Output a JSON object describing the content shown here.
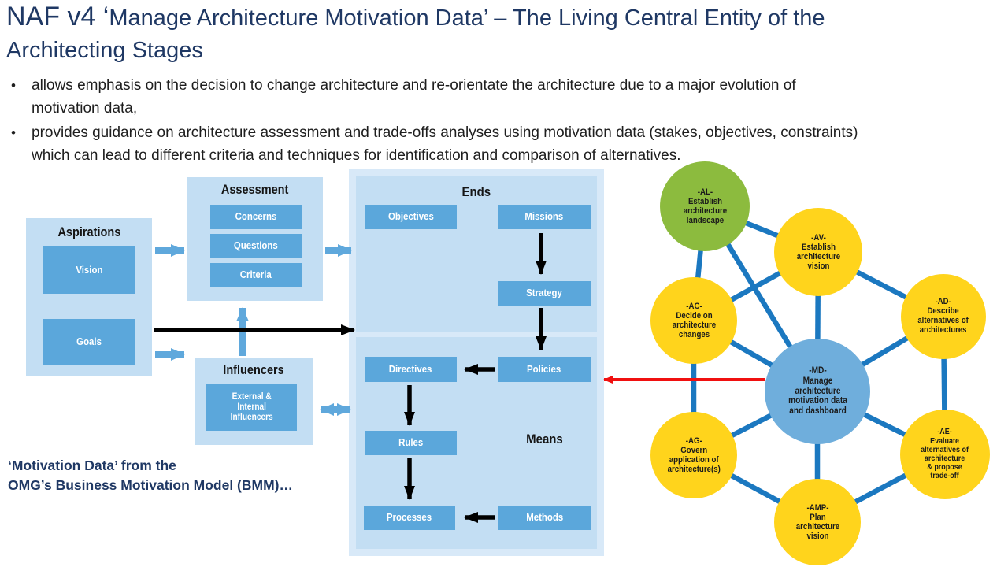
{
  "slide": {
    "title": {
      "prefix": "NAF v4 ‘",
      "rest": "Manage Architecture Motivation Data’ – The Living Central Entity of the",
      "line2": "Architecting Stages"
    },
    "bullet_char": "•",
    "bullets": [
      "allows emphasis on the decision to change architecture and re-orientate the architecture due to a major evolution of\nmotivation data,",
      "provides guidance on architecture assessment and trade-offs analyses using motivation data (stakes, objectives, constraints)\nwhich can lead to different criteria and techniques for identification and comparison of alternatives."
    ],
    "caption": "‘Motivation Data’ from the\nOMG’s Business Motivation Model (BMM)…"
  },
  "bmm": {
    "aspirations": {
      "title": "Aspirations",
      "boxes": {
        "vision": "Vision",
        "goals": "Goals"
      }
    },
    "assessment": {
      "title": "Assessment",
      "boxes": {
        "concerns": "Concerns",
        "questions": "Questions",
        "criteria": "Criteria"
      }
    },
    "influencers": {
      "title": "Influencers",
      "boxes": {
        "external_internal": "External &\nInternal\nInfluencers"
      }
    },
    "ends": {
      "title": "Ends",
      "boxes": {
        "objectives": "Objectives",
        "missions": "Missions",
        "strategy": "Strategy"
      }
    },
    "means": {
      "title": "Means",
      "boxes": {
        "directives": "Directives",
        "policies": "Policies",
        "rules": "Rules",
        "processes": "Processes",
        "methods": "Methods"
      }
    }
  },
  "network": {
    "nodes": {
      "al": {
        "id": "-AL-",
        "label": "-AL-\nEstablish\narchitecture\nlandscape",
        "color": "#8CBB3E"
      },
      "av": {
        "id": "-AV-",
        "label": "-AV-\nEstablish\narchitecture\nvision",
        "color": "#FFD41C"
      },
      "ac": {
        "id": "-AC-",
        "label": "-AC-\nDecide on\narchitecture\nchanges",
        "color": "#FFD41C"
      },
      "ad": {
        "id": "-AD-",
        "label": "-AD-\nDescribe\nalternatives of\narchitectures",
        "color": "#FFD41C"
      },
      "md": {
        "id": "-MD-",
        "label": "-MD-\nManage\narchitecture\nmotivation data\nand dashboard",
        "color": "#6FAEDC"
      },
      "ag": {
        "id": "-AG-",
        "label": "-AG-\nGovern\napplication of\narchitecture(s)",
        "color": "#FFD41C"
      },
      "ae": {
        "id": "-AE-",
        "label": "-AE-\nEvaluate\nalternatives of\narchitecture\n& propose\ntrade-off",
        "color": "#FFD41C"
      },
      "amp": {
        "id": "-AMP-",
        "label": "-AMP-\nPlan\narchitecture\nvision",
        "color": "#FFD41C"
      }
    },
    "edges": [
      "al-av",
      "al-ac",
      "al-md",
      "av-ac",
      "av-md",
      "av-ad",
      "ac-md",
      "ac-ag",
      "ad-md",
      "ad-ae",
      "md-ag",
      "md-ae",
      "md-amp",
      "ag-amp",
      "ae-amp"
    ]
  },
  "colors": {
    "title_navy": "#1F3864",
    "body_text": "#1E1E1E",
    "panel_light_blue": "#C3DEF3",
    "panel_outer_blue": "#D8E9F8",
    "box_blue": "#5BA7DB",
    "bmm_arrow_blue": "#5FA8DC",
    "network_edge_blue": "#1B78C0",
    "node_yellow": "#FFD41C",
    "node_green": "#8CBB3E",
    "node_blue": "#6FAEDC",
    "arrow_red": "#F01010",
    "arrow_black": "#000000"
  }
}
